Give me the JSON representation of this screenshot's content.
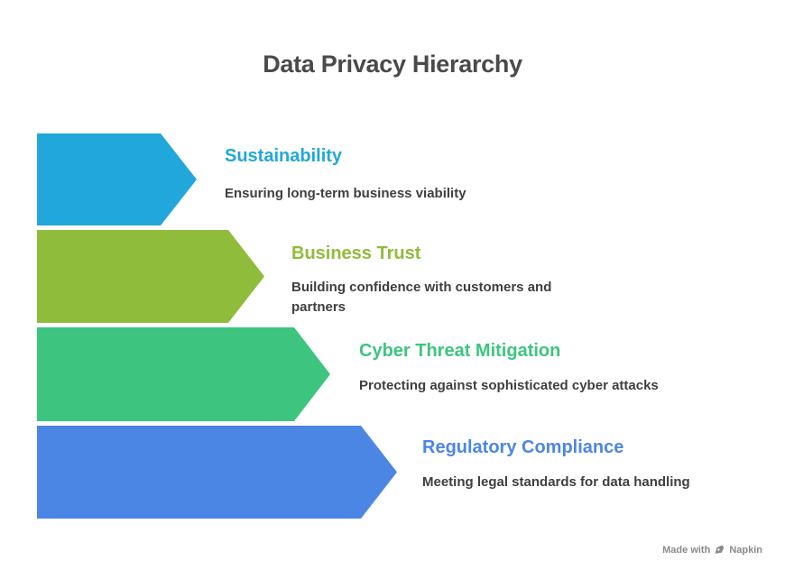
{
  "page": {
    "title": "Data Privacy Hierarchy",
    "title_color": "#4a4a4a",
    "background": "#ffffff"
  },
  "hierarchy": {
    "type": "staircase-arrow-diagram",
    "levels": [
      {
        "label": "Sustainability",
        "description": "Ensuring long-term business viability",
        "color": "#21a7db"
      },
      {
        "label": "Business Trust",
        "description": "Building confidence with customers and partners",
        "color": "#8fbc3a"
      },
      {
        "label": "Cyber Threat Mitigation",
        "description": "Protecting against sophisticated cyber attacks",
        "color": "#3dc57f"
      },
      {
        "label": "Regulatory Compliance",
        "description": "Meeting legal standards for data handling",
        "color": "#4c86e4"
      }
    ],
    "description_color": "#3f3f3f"
  },
  "footer": {
    "credit_prefix": "Made with",
    "credit_brand": "Napkin",
    "icon": "napkin-pen-icon",
    "color": "#8a8a8a"
  }
}
